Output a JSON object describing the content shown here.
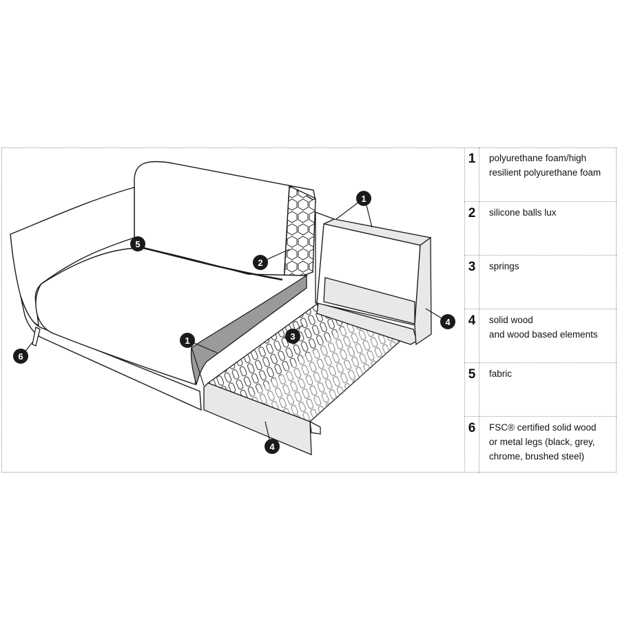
{
  "callout_numbers": [
    "1",
    "2",
    "3",
    "4",
    "5",
    "6"
  ],
  "legend": [
    {
      "number": "1",
      "text": "polyurethane foam/high\nresilient polyurethane foam"
    },
    {
      "number": "2",
      "text": "silicone balls lux"
    },
    {
      "number": "3",
      "text": "springs"
    },
    {
      "number": "4",
      "text": "solid wood\nand wood based elements"
    },
    {
      "number": "5",
      "text": "fabric"
    },
    {
      "number": "6",
      "text": "FSC® certified solid wood\nor metal legs (black, grey,\nchrome, brushed steel)"
    }
  ],
  "colors": {
    "line": "#1a1a1a",
    "foam": "#9a9a9a",
    "wood": "#e8e8e8",
    "callout": "#1a1a1a"
  }
}
